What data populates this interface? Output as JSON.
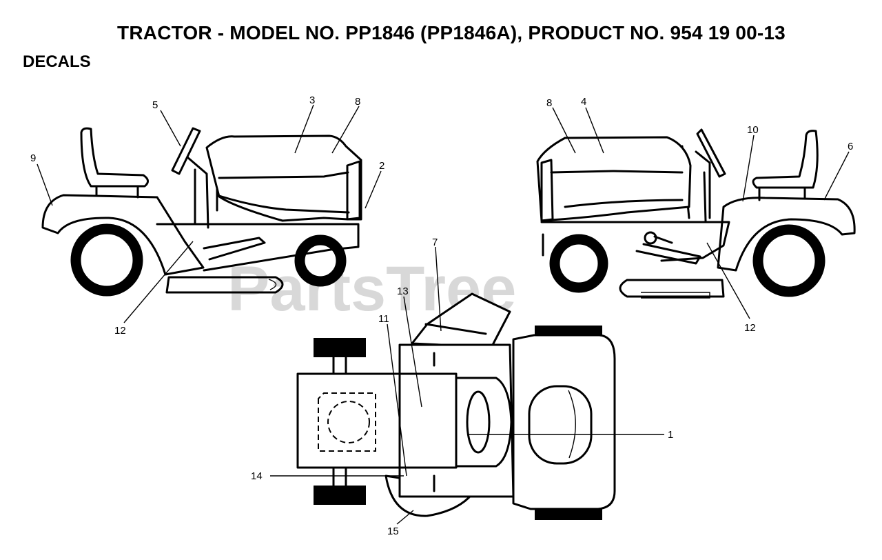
{
  "header": {
    "title": "TRACTOR - MODEL NO. PP1846 (PP1846A), PRODUCT NO. 954 19 00-13",
    "section": "DECALS"
  },
  "watermark": {
    "text": "PartsTree",
    "color": "#d8d8d8"
  },
  "callouts": {
    "left_view": {
      "c9": "9",
      "c5": "5",
      "c3": "3",
      "c8": "8",
      "c2": "2",
      "c12": "12"
    },
    "right_view": {
      "c8": "8",
      "c4": "4",
      "c10": "10",
      "c6": "6",
      "c12": "12"
    },
    "top_view": {
      "c7": "7",
      "c13": "13",
      "c11": "11",
      "c1": "1",
      "c14": "14",
      "c15": "15"
    }
  }
}
